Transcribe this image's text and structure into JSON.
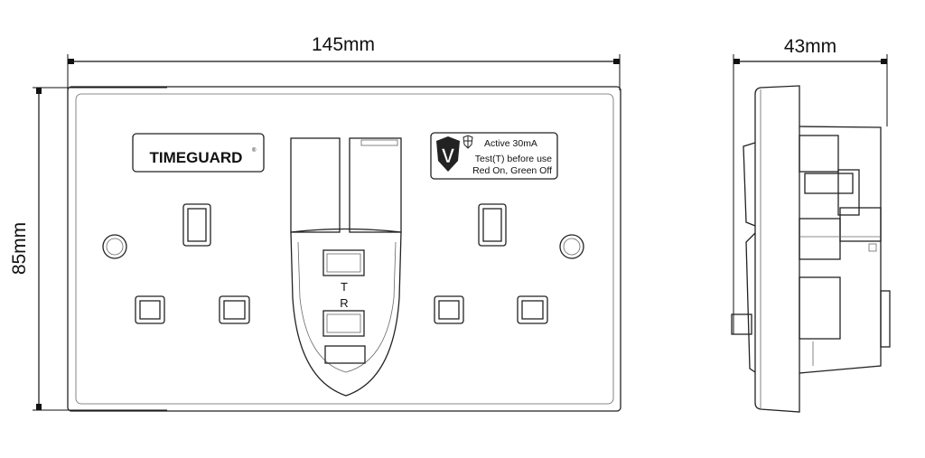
{
  "dimensions": {
    "width": "145mm",
    "height": "85mm",
    "depth": "43mm"
  },
  "brand": {
    "logo_text": "TIMEGUARD",
    "registered_mark": "®"
  },
  "info_label": {
    "line1": "Active 30mA",
    "line2": "Test(T) before use",
    "line3": "Red On, Green Off",
    "shield_letter": "V"
  },
  "rcd": {
    "test_label": "T",
    "reset_label": "R"
  }
}
